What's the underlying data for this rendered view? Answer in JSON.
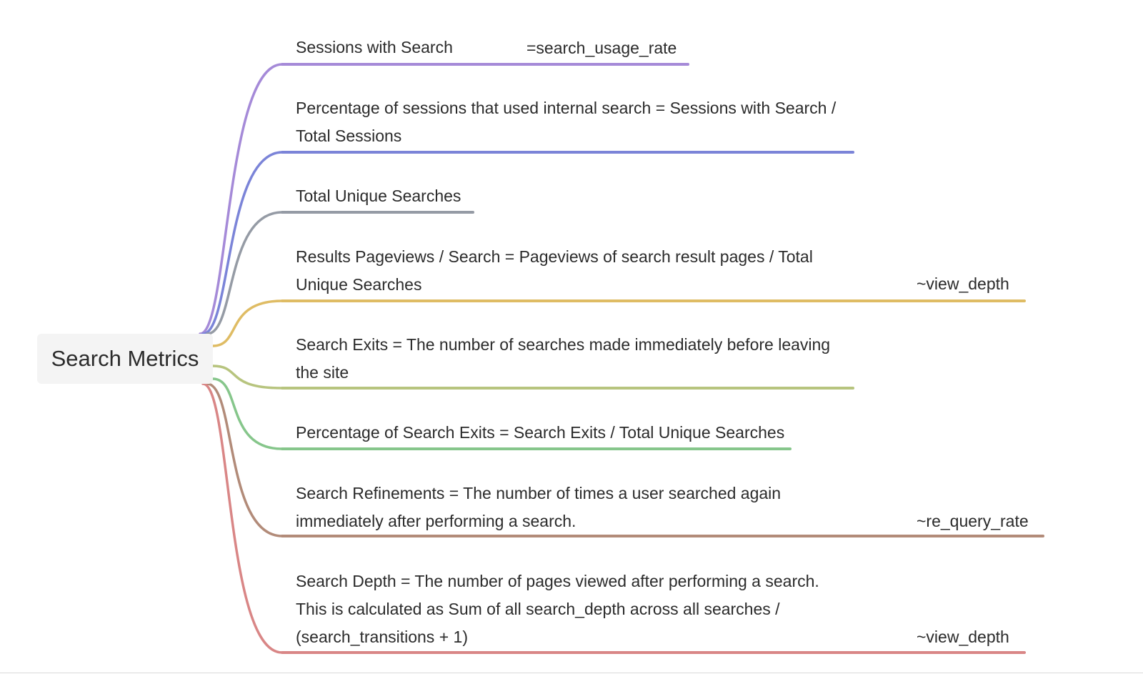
{
  "root": {
    "label": "Search Metrics"
  },
  "branches": [
    {
      "id": "sessions-with-search",
      "lines": [
        "Sessions with Search"
      ],
      "tag": "=search_usage_rate",
      "color": "#a58ad8"
    },
    {
      "id": "percentage-sessions-search",
      "lines": [
        "Percentage of sessions that used internal search = Sessions with Search /",
        "Total Sessions"
      ],
      "tag": "",
      "color": "#7b84d8"
    },
    {
      "id": "total-unique-searches",
      "lines": [
        "Total Unique Searches"
      ],
      "tag": "",
      "color": "#959ba5"
    },
    {
      "id": "results-pageviews-search",
      "lines": [
        "Results Pageviews / Search = Pageviews of search result pages / Total",
        "Unique Searches"
      ],
      "tag": "~view_depth",
      "color": "#dfbc64"
    },
    {
      "id": "search-exits",
      "lines": [
        "Search Exits = The number of searches made immediately before leaving",
        "the site"
      ],
      "tag": "",
      "color": "#b7c47e"
    },
    {
      "id": "percentage-search-exits",
      "lines": [
        "Percentage of Search Exits = Search Exits / Total Unique Searches"
      ],
      "tag": "",
      "color": "#86c68b"
    },
    {
      "id": "search-refinements",
      "lines": [
        "Search Refinements = The number of times a user searched again",
        "immediately after performing a search."
      ],
      "tag": "~re_query_rate",
      "color": "#b28b79"
    },
    {
      "id": "search-depth",
      "lines": [
        "Search Depth = The number of pages viewed after performing a search.",
        "This is calculated as Sum of all search_depth across all searches /",
        "(search_transitions + 1)"
      ],
      "tag": "~view_depth",
      "color": "#d98686"
    }
  ]
}
